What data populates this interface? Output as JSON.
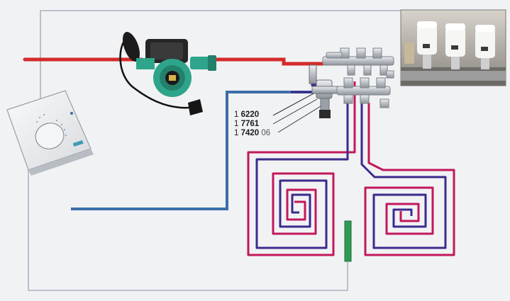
{
  "parts": [
    {
      "prefix": "1",
      "number": "6220",
      "suffix": ""
    },
    {
      "prefix": "1",
      "number": "7761",
      "suffix": ""
    },
    {
      "prefix": "1",
      "number": "7420",
      "suffix": "06"
    }
  ],
  "colors": {
    "background": "#f1f2f4",
    "supply_hot": "#d42a2a",
    "floor_loop_hot": "#c2185b",
    "floor_loop_return": "#3c2a8c",
    "return_cold": "#3c6ea8",
    "thermostat_wire": "#a9b3c2",
    "pump_body": "#2ea58a",
    "pump_motor": "#222222",
    "sensor": "#2f9a55",
    "manifold": "#c9cdd2"
  },
  "icons": [
    "circulation-pump-icon",
    "thermostat-icon",
    "manifold-icon",
    "mixing-valve-icon",
    "floor-sensor-icon",
    "actuator-photo-icon"
  ]
}
